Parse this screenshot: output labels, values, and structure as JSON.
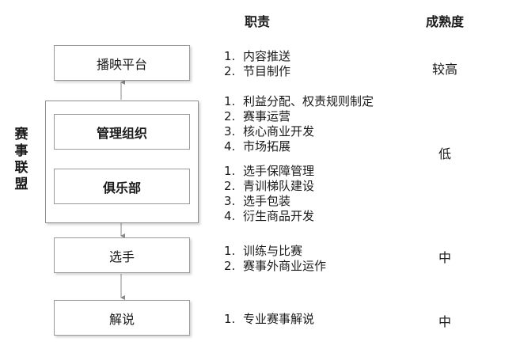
{
  "headers": {
    "duty": "职责",
    "maturity": "成熟度"
  },
  "league_label": "赛事联盟",
  "boxes": {
    "platform": "播映平台",
    "management": "管理组织",
    "club": "俱乐部",
    "player": "选手",
    "commentary": "解说"
  },
  "duties": {
    "platform": [
      {
        "n": "1.",
        "t": "内容推送"
      },
      {
        "n": "2.",
        "t": "节目制作"
      }
    ],
    "management": [
      {
        "n": "1.",
        "t": "利益分配、权责规则制定"
      },
      {
        "n": "2.",
        "t": "赛事运营"
      },
      {
        "n": "3.",
        "t": "核心商业开发"
      },
      {
        "n": "4.",
        "t": "市场拓展"
      }
    ],
    "club": [
      {
        "n": "1.",
        "t": "选手保障管理"
      },
      {
        "n": "2.",
        "t": "青训梯队建设"
      },
      {
        "n": "3.",
        "t": "选手包装"
      },
      {
        "n": "4.",
        "t": "衍生商品开发"
      }
    ],
    "player": [
      {
        "n": "1.",
        "t": "训练与比赛"
      },
      {
        "n": "2.",
        "t": "赛事外商业运作"
      }
    ],
    "commentary": [
      {
        "n": "1.",
        "t": "专业赛事解说"
      }
    ]
  },
  "maturity": {
    "platform": "较高",
    "league": "低",
    "player": "中",
    "commentary": "中"
  },
  "colors": {
    "border": "#9a9a9a",
    "arrow": "#8a8a8a"
  }
}
